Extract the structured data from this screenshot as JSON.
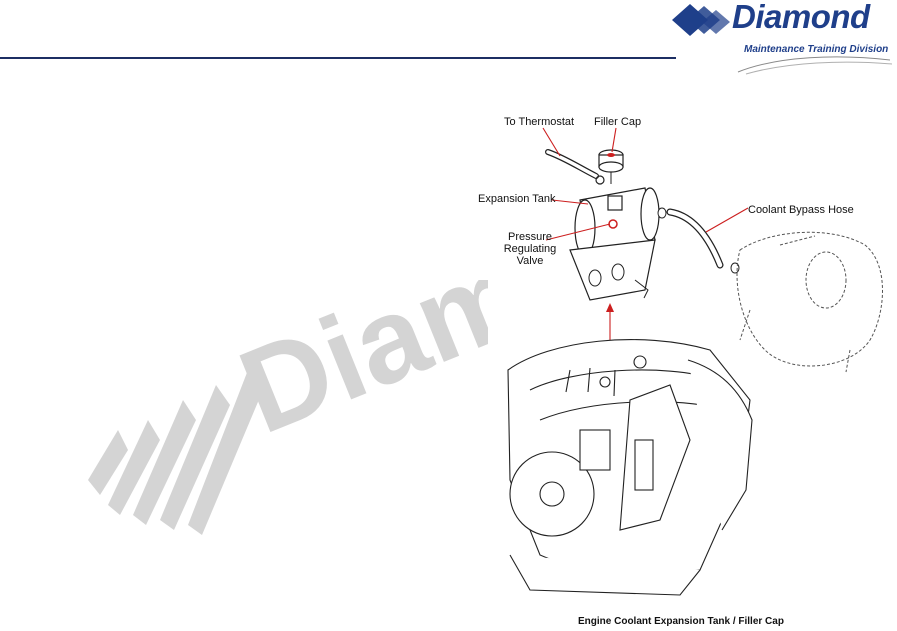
{
  "header": {
    "brand": "Diamond",
    "subtitle": "Maintenance Training Division"
  },
  "watermark": {
    "text": "Diam"
  },
  "diagram": {
    "labels": {
      "to_thermostat": "To Thermostat",
      "filler_cap": "Filler Cap",
      "expansion_tank": "Expansion Tank",
      "pressure_line1": "Pressure",
      "pressure_line2": "Regulating",
      "pressure_line3": "Valve",
      "coolant_bypass_hose": "Coolant Bypass Hose"
    },
    "caption": "Engine Coolant Expansion Tank / Filler Cap"
  },
  "colors": {
    "brand_blue": "#1f3f8a",
    "rule_navy": "#1c2e63",
    "leader_red": "#cc1f1f",
    "watermark_gray": "#d4d4d4"
  }
}
